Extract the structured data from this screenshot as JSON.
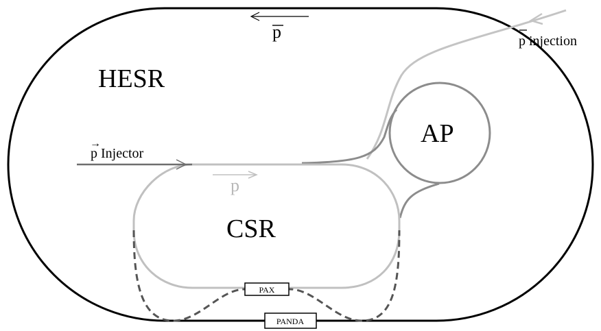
{
  "labels": {
    "hesr": "HESR",
    "csr": "CSR",
    "ap": "AP",
    "pbar_top": "p",
    "pbar_injection": "p injection",
    "p_injector": "p Injector",
    "p_csr": "p",
    "pax": "PAX",
    "panda": "PANDA"
  },
  "colors": {
    "hesr_ring": "#000000",
    "csr_ring": "#c0c0c0",
    "ap_ring": "#8c8c8c",
    "pbar_line": "#c0c0c0",
    "injector_line": "#6e6e6e",
    "dashed_bypass": "#555555",
    "text_dark": "#000000",
    "text_light": "#b8b8b8"
  }
}
